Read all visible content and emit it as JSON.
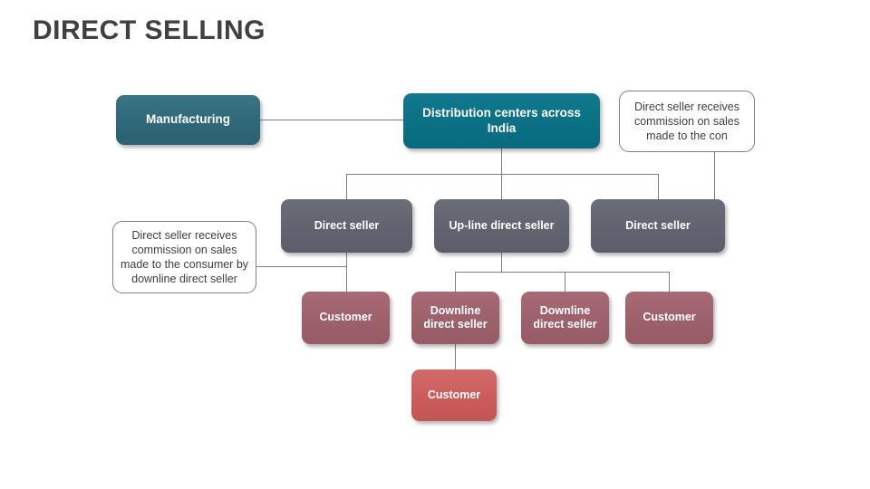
{
  "slide": {
    "title": "DIRECT SELLING",
    "background": "#ffffff"
  },
  "colors": {
    "title": "#404040",
    "teal_dark": "#2f6878",
    "teal_bright": "#0b7085",
    "slate": "#616370",
    "mauve": "#9c616b",
    "red": "#cb5c5c",
    "connector": "#7f7f7f",
    "note_border": "#808080"
  },
  "nodes": {
    "manufacturing": {
      "label": "Manufacturing"
    },
    "distribution": {
      "label": "Distribution centers across India"
    },
    "direct_seller_left": {
      "label": "Direct seller"
    },
    "upline_direct_seller": {
      "label": "Up-line direct seller"
    },
    "direct_seller_right": {
      "label": "Direct seller"
    },
    "customer_left": {
      "label": "Customer"
    },
    "downline_seller_1": {
      "label": "Downline direct seller"
    },
    "downline_seller_2": {
      "label": "Downline direct seller"
    },
    "customer_right": {
      "label": "Customer"
    },
    "customer_bottom": {
      "label": "Customer"
    }
  },
  "notes": {
    "note_right": {
      "text": "Direct seller receives commission on sales made to the con"
    },
    "note_left": {
      "text": "Direct seller receives commission on sales made to the consumer by downline direct seller"
    }
  }
}
